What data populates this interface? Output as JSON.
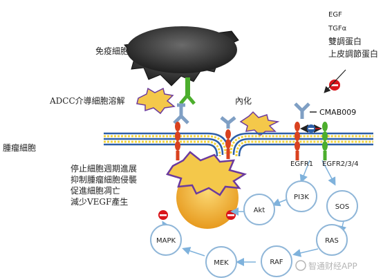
{
  "labels": {
    "immune_cell": "免疫細胞",
    "adcc": "ADCC介導細胞溶解",
    "internalization": "內化",
    "tumor_cell": "腫瘤細胞",
    "drug": "CMAB009",
    "egfr1": "EGFR1",
    "egfr234": "EGFR2/3/4"
  },
  "ligands": [
    "EGF",
    "TGFα",
    "雙調蛋白",
    "上皮調節蛋白"
  ],
  "effects": [
    "停止細胞週期進展",
    "抑制腫瘤細胞侵襲",
    "促進細胞凋亡",
    "減少VEGF產生"
  ],
  "pathway_nodes": {
    "pi3k": "PI3K",
    "akt": "Akt",
    "mapk": "MAPK",
    "mek": "MEK",
    "raf": "RAF",
    "ras": "RAS",
    "sos": "SOS"
  },
  "watermark": "智通财经APP",
  "colors": {
    "receptor_red": "#d9421f",
    "receptor_green": "#4cae2d",
    "antibody_blue": "#7f9fc4",
    "membrane_blue": "#2d5fa8",
    "membrane_yellow": "#f2d43b",
    "star_gold": "#f4c84a",
    "star_purple": "#6b3a9e",
    "node_border": "#8fb6d8",
    "arrow_blue": "#7fb2dc",
    "inhibit_red": "#d9151b",
    "nucleus": "#f0b63c"
  }
}
